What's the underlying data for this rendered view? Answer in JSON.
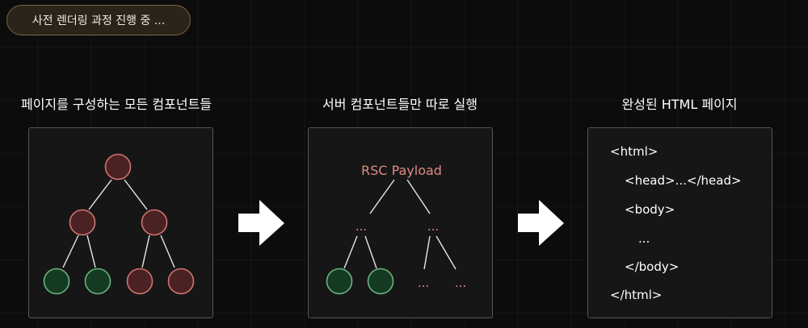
{
  "badge": {
    "label": "사전 렌더링 과정 진행 중 ..."
  },
  "columns": [
    {
      "title": "페이지를 구성하는 모든 컴포넌트들"
    },
    {
      "title": "서버 컴포넌트들만 따로 실행",
      "payload_label": "RSC Payload",
      "ellipsis": "..."
    },
    {
      "title": "완성된 HTML 페이지"
    }
  ],
  "html_code": [
    "<html>",
    "<head>...</head>",
    "<body>",
    "...",
    "</body>",
    "</html>"
  ],
  "colors": {
    "server_node_fill": "#4a2223",
    "server_node_stroke": "#d0736e",
    "client_node_fill": "#153a22",
    "client_node_stroke": "#67b27c",
    "payload_text": "#e08a82",
    "edge": "#e6e6e6",
    "arrow": "#ffffff"
  }
}
